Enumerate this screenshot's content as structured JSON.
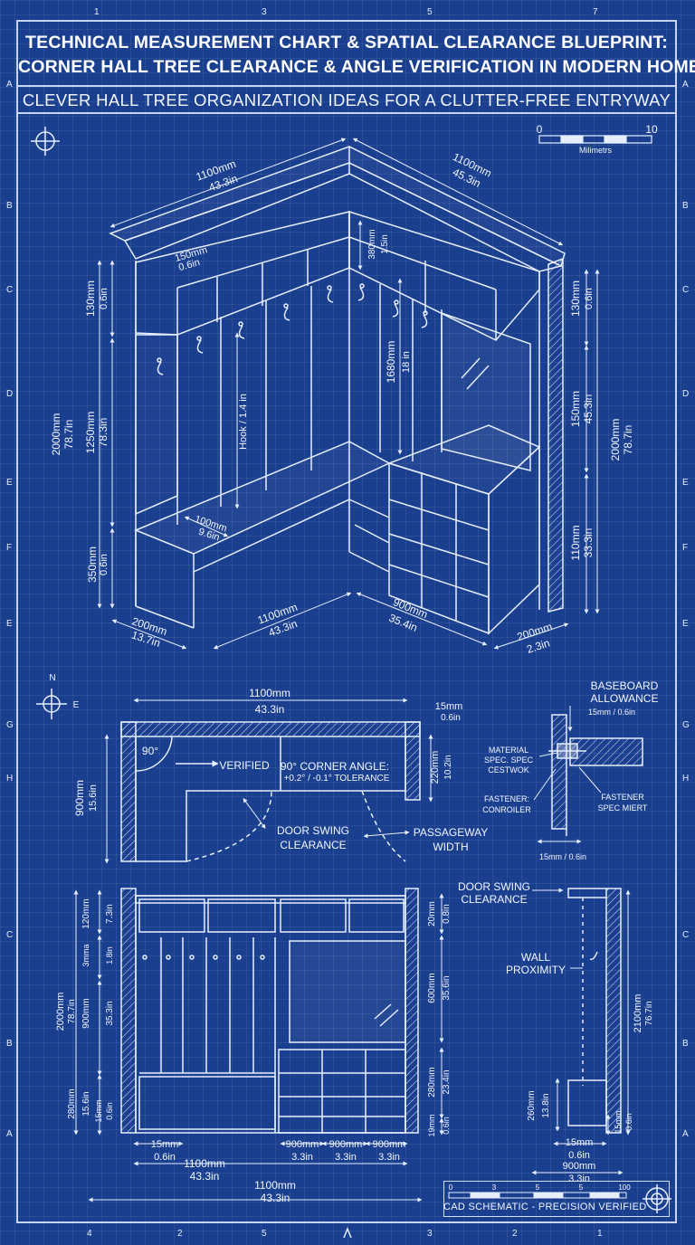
{
  "header": {
    "title_line1": "TECHNICAL MEASUREMENT CHART & SPATIAL CLEARANCE BLUEPRINT:",
    "title_line2": "CORNER HALL TREE CLEARANCE & ANGLE VERIFICATION IN MODERN HOME",
    "subtitle": "CLEVER HALL TREE ORGANIZATION IDEAS FOR A CLUTTER-FREE ENTRYWAY"
  },
  "frame_labels": {
    "top": [
      "1",
      "3",
      "5",
      "7"
    ],
    "left": [
      "A",
      "B",
      "C",
      "D",
      "E",
      "F",
      "E",
      "G",
      "H",
      "C",
      "B",
      "A"
    ],
    "bottom": [
      "4",
      "2",
      "5",
      "3",
      "2",
      "1"
    ]
  },
  "scale_bar": {
    "start": "0",
    "end": "10",
    "unit": "Milimetrs"
  },
  "iso_view": {
    "top_left_width": "1100mm",
    "top_left_width_in": "43.3in",
    "top_right_width": "1100mm",
    "top_right_width_in": "45.3in",
    "shelf_depth": "150mm",
    "shelf_depth_in": "0.6in",
    "top_shelf_height": "380mm",
    "top_shelf_height_in": "1.5in",
    "left_top_height": "130mm",
    "left_top_height_in": "0.6in",
    "left_total_height": "2000mm",
    "left_total_height_in": "78.7in",
    "left_panel_height": "1250mm",
    "left_panel_height_in": "78.3in",
    "hook_label": "Hook / 1.4 in",
    "center_height": "1680mm",
    "center_height_in": "18 in",
    "right_top_height": "130mm",
    "right_top_height_in": "0.6in",
    "right_mid_height": "150mm",
    "right_mid_height_in": "45.3in",
    "right_total_height": "2000mm",
    "right_total_height_in": "78.7in",
    "right_lower_height": "110mm",
    "right_lower_height_in": "33.3in",
    "bench_depth": "100mm",
    "bench_depth_in": "9.6in",
    "bench_height": "350mm",
    "bench_height_in": "0.6in",
    "base_left": "200mm",
    "base_left_in": "13.7in",
    "base_front": "1100mm",
    "base_front_in": "43.3in",
    "base_right": "900mm",
    "base_right_in": "35.4in",
    "base_right_end": "200mm",
    "base_right_end_in": "2.3in"
  },
  "plan_view": {
    "compass_n": "N",
    "compass_e": "E",
    "width": "1100mm",
    "width_in": "43.3in",
    "wall": "15mm",
    "wall_in": "0.6in",
    "depth": "900mm",
    "depth_in": "15.6in",
    "right_depth": "220mm",
    "right_depth_in": "10.2in",
    "angle": "90°",
    "verified": "VERIFIED",
    "corner_angle": "90° CORNER ANGLE:",
    "tolerance": "+0.2° / -0.1° TOLERANCE",
    "door_swing_1": "DOOR SWING",
    "door_swing_2": "CLEARANCE",
    "passage_1": "PASSAGEWAY",
    "passage_2": "WIDTH"
  },
  "detail_view": {
    "baseboard_1": "BASEBOARD",
    "baseboard_2": "ALLOWANCE",
    "baseboard_dim": "15mm / 0.6in",
    "material_1": "MATERIAL",
    "material_2": "SPEC. SPEC",
    "material_3": "CESTWOK",
    "fastener_1": "FASTENER:",
    "fastener_2": "CONROILER",
    "fastener_r1": "FASTENER",
    "fastener_r2": "SPEC MIERT",
    "bottom_dim": "15mm / 0.6in"
  },
  "elevation_view": {
    "top_h": "120mm",
    "top_h_in": "7.3in",
    "hook_h": "3mma",
    "hook_h_in": "1.8in",
    "total_h": "2000mm",
    "total_h_in": "78.7in",
    "panel_h": "900mm",
    "panel_h_in": "35.3in",
    "low_h": "280mm",
    "low_h_in": "15.6in",
    "low_h2": "15mm",
    "low_h2_in": "0.6in",
    "r_top": "20mm",
    "r_top_in": "0.8in",
    "r_mid": "600mm",
    "r_mid_in": "35.6in",
    "r_low": "280mm",
    "r_low_in": "23.4in",
    "r_base": "19mm",
    "r_base_in": "0.6in",
    "b_wall": "15mm",
    "b_wall_in": "0.6in",
    "b_1": "900mm",
    "b_1_in": "3.3in",
    "b_2": "900mm",
    "b_2_in": "3.3in",
    "b_3": "900mm",
    "b_3_in": "3.3in",
    "b_width": "1100mm",
    "b_width_in": "43.3in",
    "b_total": "1100mm",
    "b_total_in": "43.3in"
  },
  "side_view": {
    "door_swing_1": "DOOR SWING",
    "door_swing_2": "CLEARANCE",
    "wall_1": "WALL",
    "wall_2": "PROXIMITY",
    "height": "2100mm",
    "height_in": "76.7in",
    "low": "260mm",
    "low_in": "13.8in",
    "base": "15mm",
    "base_in": "0.6in",
    "foot": "15mm",
    "foot_in": "0.6in",
    "depth": "900mm",
    "depth_in": "3.3in"
  },
  "footer": {
    "scale_ticks": [
      "0",
      "3",
      "5",
      "5",
      "100"
    ],
    "label": "CAD SCHEMATIC - PRECISION VERIFIED"
  }
}
